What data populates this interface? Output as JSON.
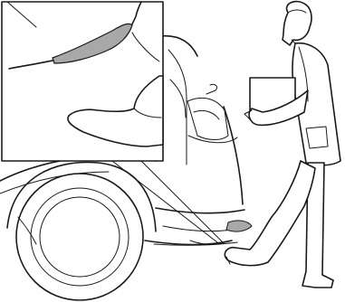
{
  "figure": {
    "subject": "",
    "colors": {
      "line": "#1a1a1a",
      "background": "#ffffff",
      "sensor_highlight": "#a8a8a8"
    },
    "icons": [
      "car-rear-outline",
      "rear-tire",
      "person-carrying-box",
      "kick-sensor-highlight",
      "zoom-callout"
    ]
  }
}
